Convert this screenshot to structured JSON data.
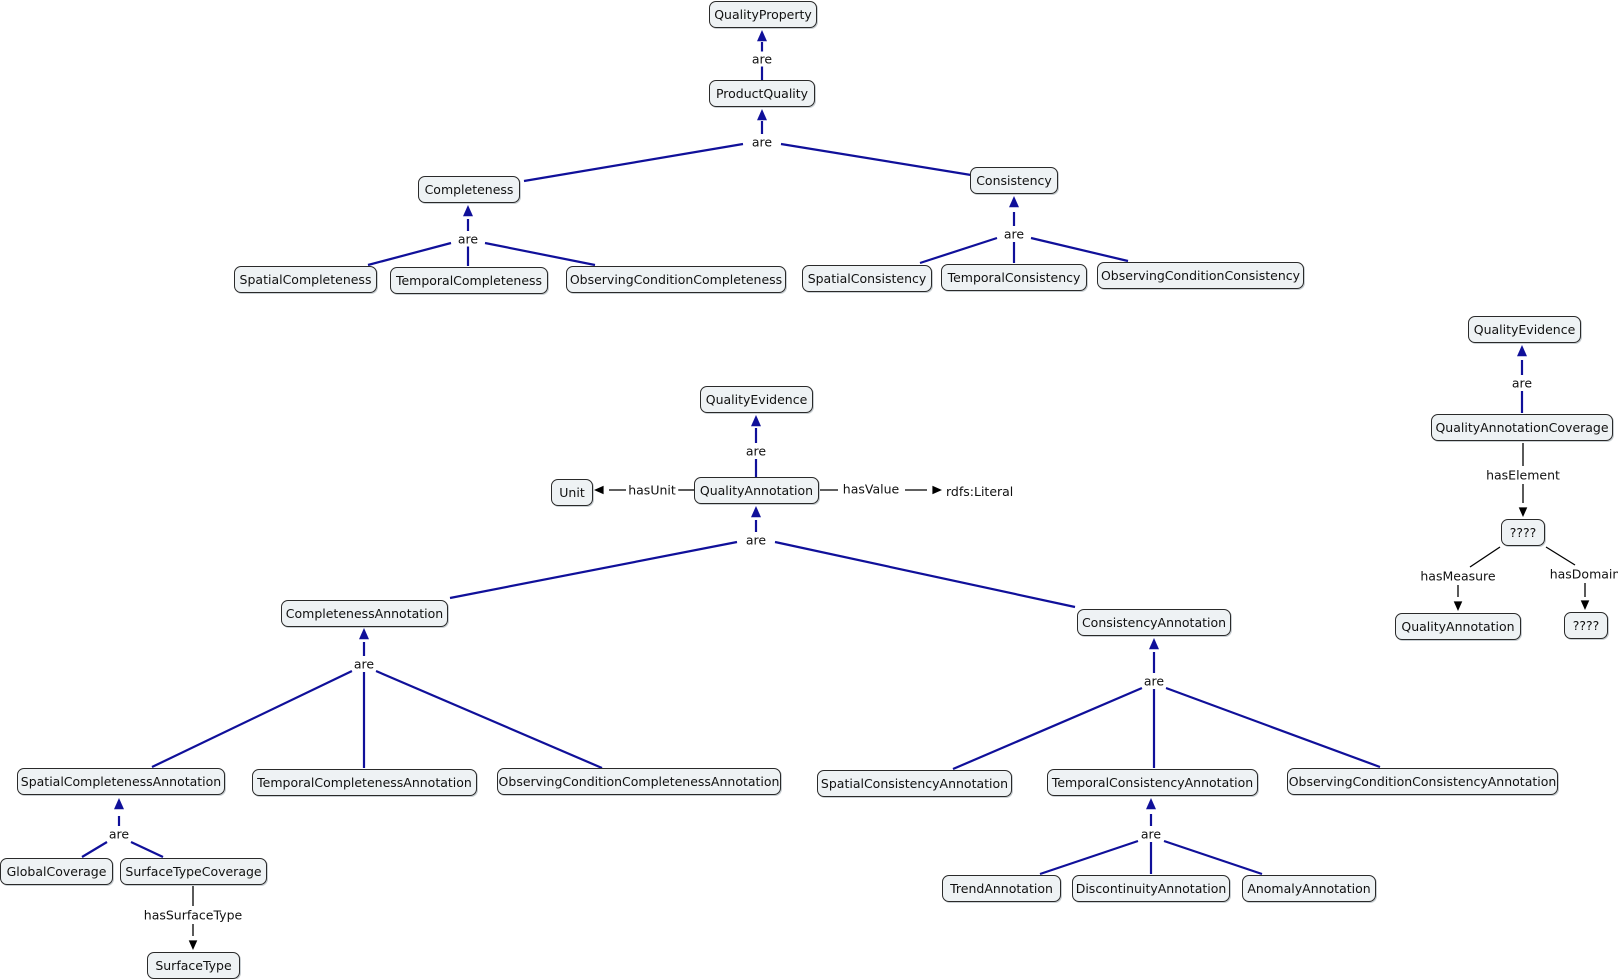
{
  "nodes": {
    "qp": "QualityProperty",
    "pq": "ProductQuality",
    "comp": "Completeness",
    "cons": "Consistency",
    "spComp": "SpatialCompleteness",
    "tmComp": "TemporalCompleteness",
    "ocComp": "ObservingConditionCompleteness",
    "spCons": "SpatialConsistency",
    "tmCons": "TemporalConsistency",
    "ocCons": "ObservingConditionConsistency",
    "qe1": "QualityEvidence",
    "qa": "QualityAnnotation",
    "unit": "Unit",
    "literal": "rdfs:Literal",
    "ca": "CompletenessAnnotation",
    "csa": "ConsistencyAnnotation",
    "sca": "SpatialCompletenessAnnotation",
    "tca": "TemporalCompletenessAnnotation",
    "occa": "ObservingConditionCompletenessAnnotation",
    "scsa": "SpatialConsistencyAnnotation",
    "tcsa": "TemporalConsistencyAnnotation",
    "occsa": "ObservingConditionConsistencyAnnotation",
    "gc": "GlobalCoverage",
    "stc": "SurfaceTypeCoverage",
    "st": "SurfaceType",
    "trend": "TrendAnnotation",
    "disc": "DiscontinuityAnnotation",
    "anom": "AnomalyAnnotation",
    "qe2": "QualityEvidence",
    "qac": "QualityAnnotationCoverage",
    "q1": "????",
    "qa2": "QualityAnnotation",
    "q2": "????"
  },
  "labels": {
    "are": "are",
    "hasUnit": "hasUnit",
    "hasValue": "hasValue",
    "hasSurfaceType": "hasSurfaceType",
    "hasElement": "hasElement",
    "hasMeasure": "hasMeasure",
    "hasDomain": "hasDomain"
  },
  "colors": {
    "hierarchy_edge": "#10109a",
    "property_edge": "#000000",
    "node_fill": "#eef2f4",
    "node_border": "#2a2a2a"
  }
}
